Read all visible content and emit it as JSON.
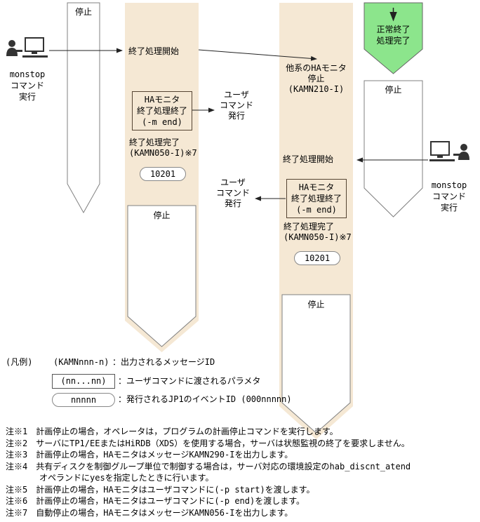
{
  "colors": {
    "lane_beige": "#f5e8d4",
    "green": "#8ce58c",
    "outline": "#808080",
    "arrow": "#222222"
  },
  "actor_left": {
    "line1": "monstop",
    "line2": "コマンド",
    "line3": "実行"
  },
  "actor_right": {
    "line1": "monstop",
    "line2": "コマンド",
    "line3": "実行"
  },
  "lane1": {
    "stop": "停止"
  },
  "lane2": {
    "start": "終了処理開始",
    "box": [
      "HAモニタ",
      "終了処理終了",
      "(-m end)"
    ],
    "complete1": "終了処理完了",
    "complete2": "(KAMN050-I)※7",
    "event_id": "10201",
    "stop": "停止"
  },
  "lane3": {
    "other1": "他系のHAモニタ",
    "other2": "停止",
    "other3": "(KAMN210-I)",
    "start": "終了処理開始",
    "box": [
      "HAモニタ",
      "終了処理終了",
      "(-m end)"
    ],
    "complete1": "終了処理完了",
    "complete2": "(KAMN050-I)※7",
    "event_id": "10201",
    "stop": "停止"
  },
  "lane4": {
    "green1": "正常終了",
    "green2": "処理完了",
    "stop": "停止"
  },
  "user_command": {
    "line1": "ユーザ",
    "line2": "コマンド",
    "line3": "発行"
  },
  "legend": {
    "title": "(凡例)",
    "item1_sample": "(KAMNnnn-n)",
    "item1_desc": "：出力されるメッセージID",
    "item2_sample": "(nn...nn)",
    "item2_desc": "：ユーザコマンドに渡されるパラメタ",
    "item3_sample": "nnnnn",
    "item3_desc": "：発行されるJP1のイベントID (000nnnnn)"
  },
  "notes": [
    "注※1　計画停止の場合，オペレータは，プログラムの計画停止コマンドを実行します。",
    "注※2　サーバにTP1/EEまたはHiRDB（XDS）を使用する場合，サーバは状態監視の終了を要求しません。",
    "注※3　計画停止の場合，HAモニタはメッセージKAMN290-Iを出力します。",
    "注※4　共有ディスクを制御グループ単位で制御する場合は，サーバ対応の環境設定のhab_discnt_atend",
    "オペランドにyesを指定したときに行います。",
    "注※5　計画停止の場合，HAモニタはユーザコマンドに(-p start)を渡します。",
    "注※6　計画停止の場合，HAモニタはユーザコマンドに(-p end)を渡します。",
    "注※7　自動停止の場合，HAモニタはメッセージKAMN056-Iを出力します。"
  ]
}
